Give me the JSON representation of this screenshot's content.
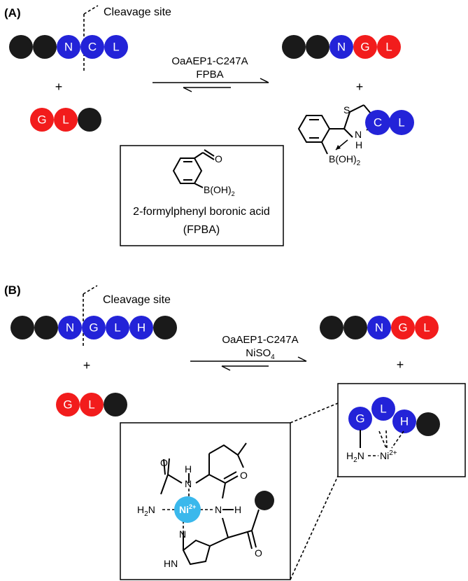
{
  "colors": {
    "black_bead": "#1a1a1a",
    "blue_bead": "#2323d8",
    "red_bead": "#f21c1c",
    "nickel_ion": "#3ab8ec"
  },
  "panel_a": {
    "label": "(A)",
    "cleavage_label": "Cleavage site",
    "substrate": [
      "",
      "",
      "N",
      "C",
      "L"
    ],
    "nucleophile": [
      "G",
      "L",
      ""
    ],
    "product": [
      "",
      "",
      "N",
      "G",
      "L"
    ],
    "byproduct_beads": [
      "C",
      "L"
    ],
    "plus": "+",
    "enzyme": "OaAEP1-C247A",
    "reagent": "FPBA",
    "byproduct_chem": {
      "s": "S",
      "nh": "N",
      "h": "H",
      "boh": "B(OH)",
      "sub2": "2"
    },
    "box_chem": {
      "boh": "B(OH)",
      "sub2": "2",
      "o": "O"
    },
    "box_name": "2-formylphenyl boronic acid",
    "box_abbr": "(FPBA)"
  },
  "panel_b": {
    "label": "(B)",
    "cleavage_label": "Cleavage site",
    "substrate": [
      "",
      "",
      "N",
      "G",
      "L",
      "H",
      ""
    ],
    "nucleophile": [
      "G",
      "L",
      ""
    ],
    "product": [
      "",
      "",
      "N",
      "G",
      "L"
    ],
    "byproduct_beads": [
      "G",
      "L",
      "H",
      ""
    ],
    "plus": "+",
    "enzyme": "OaAEP1-C247A",
    "reagent_main": "NiSO",
    "reagent_sub": "4",
    "small_chem": {
      "h2n": "H",
      "h2n_sub": "2",
      "h2n_n": "N",
      "ni": "Ni",
      "ni_sup": "2+"
    },
    "big_chem": {
      "o1": "O",
      "o2": "O",
      "o3": "O",
      "h1": "H",
      "h2": "H",
      "n1": "N",
      "n2": "N",
      "n3": "N",
      "hn": "HN",
      "h2n": "H",
      "h2n_sub": "2",
      "h2n_n": "N",
      "ni": "Ni",
      "ni_sup": "2+"
    }
  }
}
